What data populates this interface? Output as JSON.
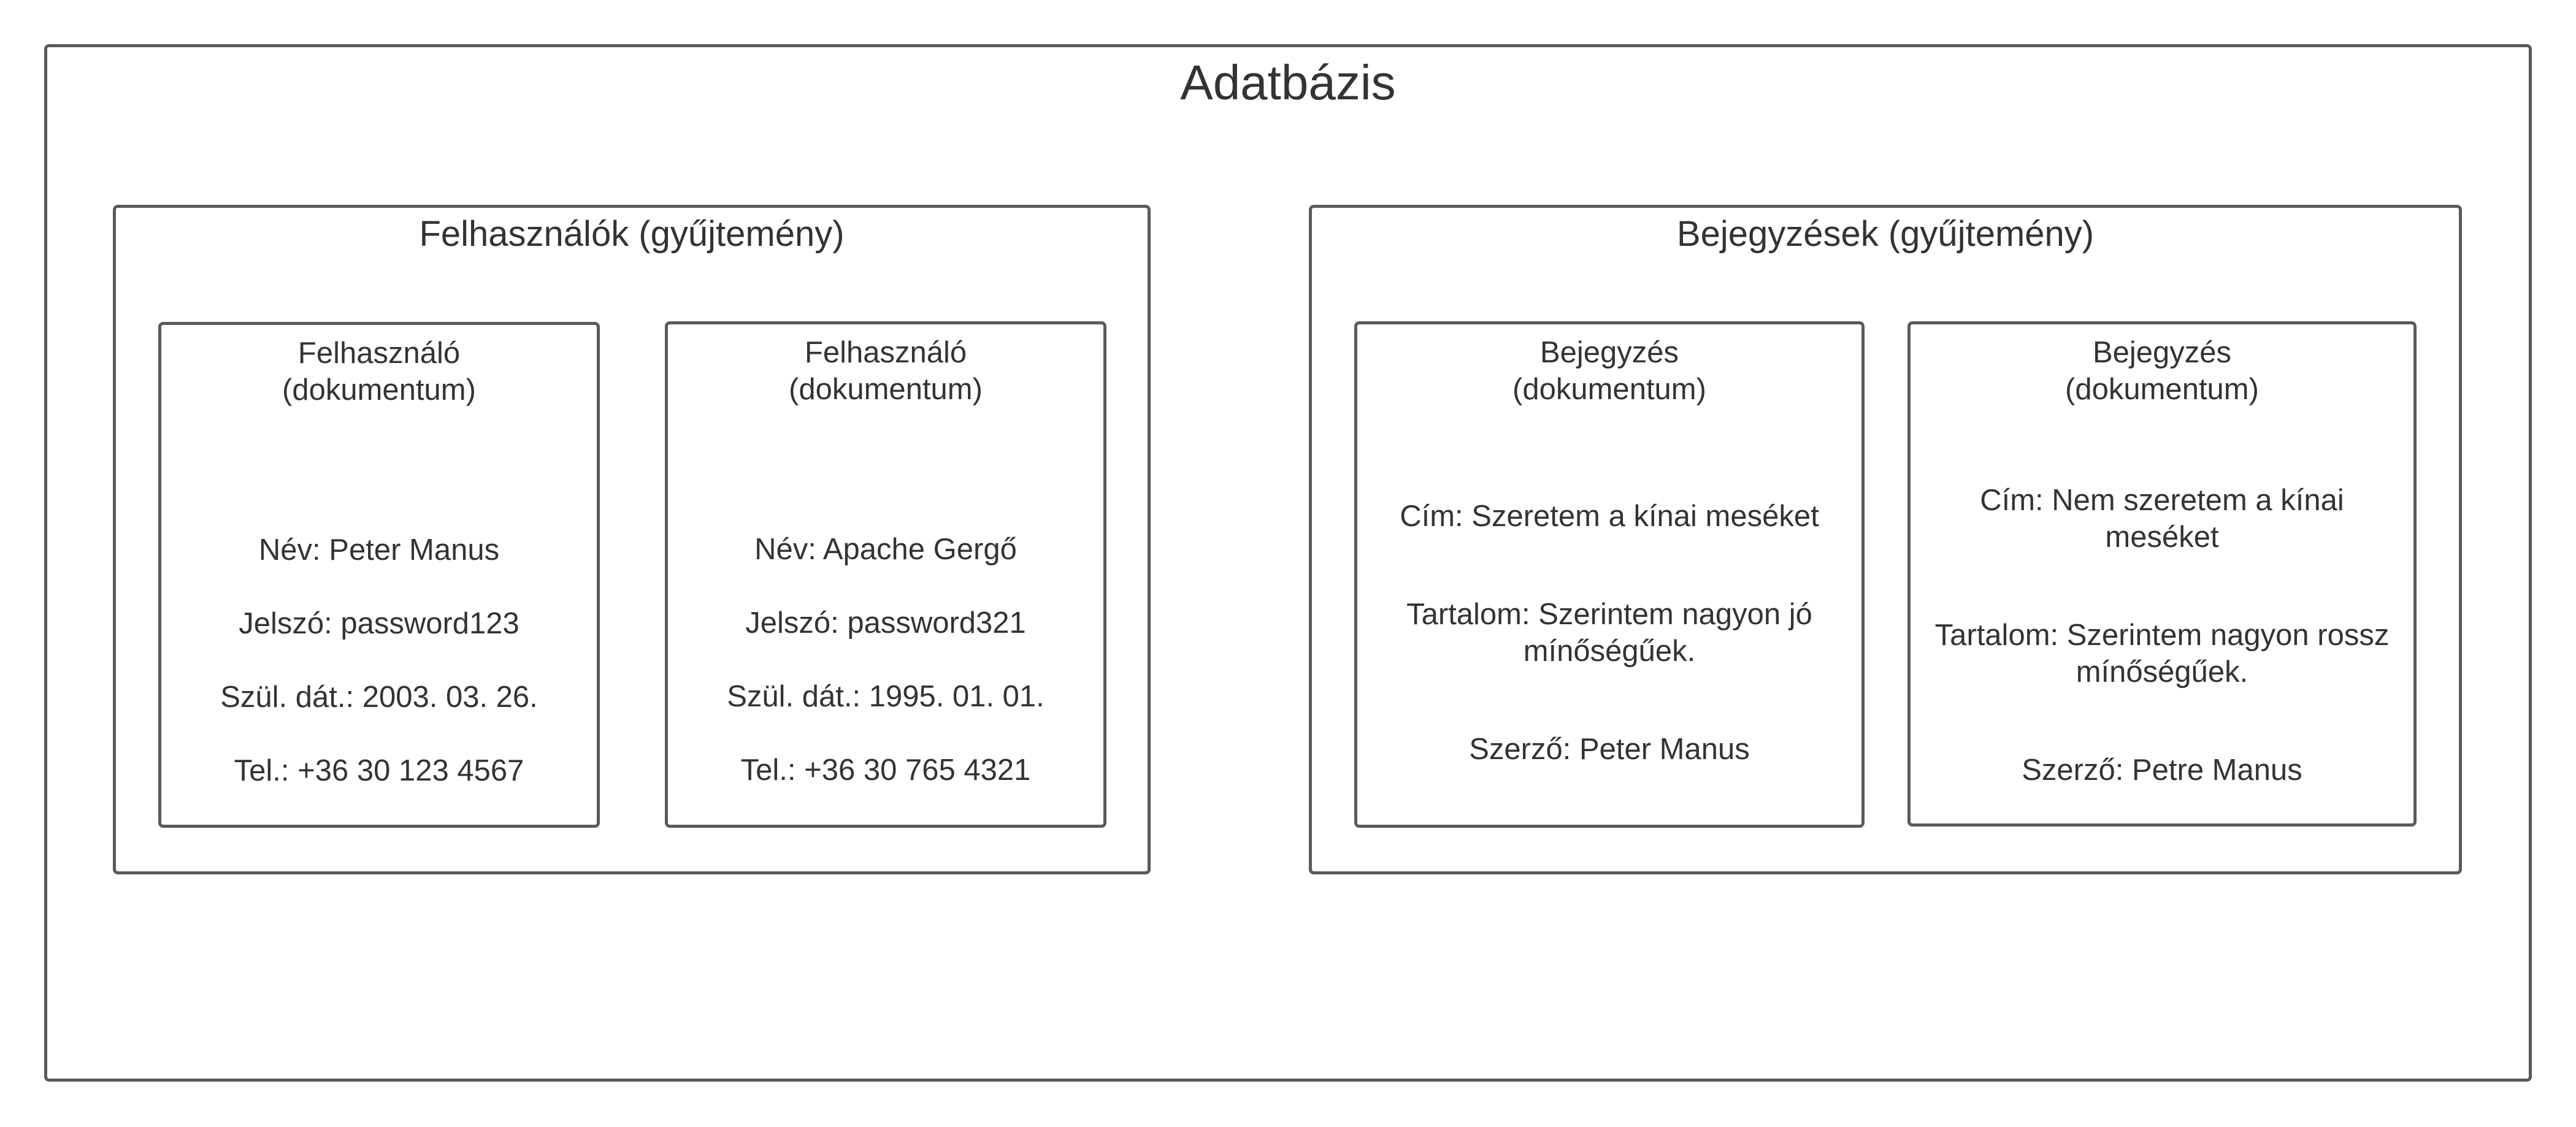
{
  "database": {
    "title": "Adatbázis"
  },
  "collections": {
    "users": {
      "title": "Felhasználók (gyűjtemény)",
      "documents": [
        {
          "title": "Felhasználó\n(dokumentum)",
          "lines": [
            "Név: Peter Manus",
            "Jelszó: password123",
            "Szül. dát.: 2003. 03. 26.",
            "Tel.: +36 30 123 4567"
          ]
        },
        {
          "title": "Felhasználó\n(dokumentum)",
          "lines": [
            "Név: Apache Gergő",
            "Jelszó: password321",
            "Szül. dát.: 1995. 01. 01.",
            "Tel.: +36 30 765 4321"
          ]
        }
      ]
    },
    "posts": {
      "title": "Bejegyzések (gyűjtemény)",
      "documents": [
        {
          "title": "Bejegyzés\n(dokumentum)",
          "cim": "Cím: Szeretem a kínai meséket",
          "tartalom": "Tartalom: Szerintem nagyon jó mínőségűek.",
          "szerzo": "Szerző: Peter Manus"
        },
        {
          "title": "Bejegyzés\n(dokumentum)",
          "cim": "Cím: Nem szeretem a kínai meséket",
          "tartalom": "Tartalom: Szerintem nagyon rossz mínőségűek.",
          "szerzo": "Szerző: Petre Manus"
        }
      ]
    }
  }
}
